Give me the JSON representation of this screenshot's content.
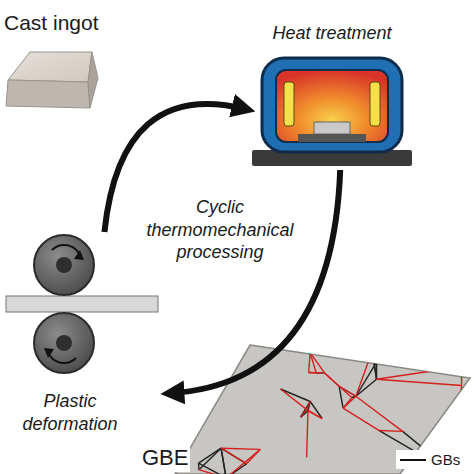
{
  "diagram": {
    "nodes": [
      {
        "text": [
          "Heat treatment"
        ]
      },
      {
        "text": [
          "Plastic deformation"
        ]
      }
    ],
    "edges": [
      {
        "from": 1,
        "to": 0,
        "arrow": "to"
      },
      {
        "from": 0,
        "to": 1,
        "arrow": "to"
      }
    ],
    "labels": [
      "Cast ingot",
      "Cyclic thermomechanical processing",
      "GBE"
    ],
    "legend": [
      {
        "text": "GBs"
      }
    ]
  }
}
